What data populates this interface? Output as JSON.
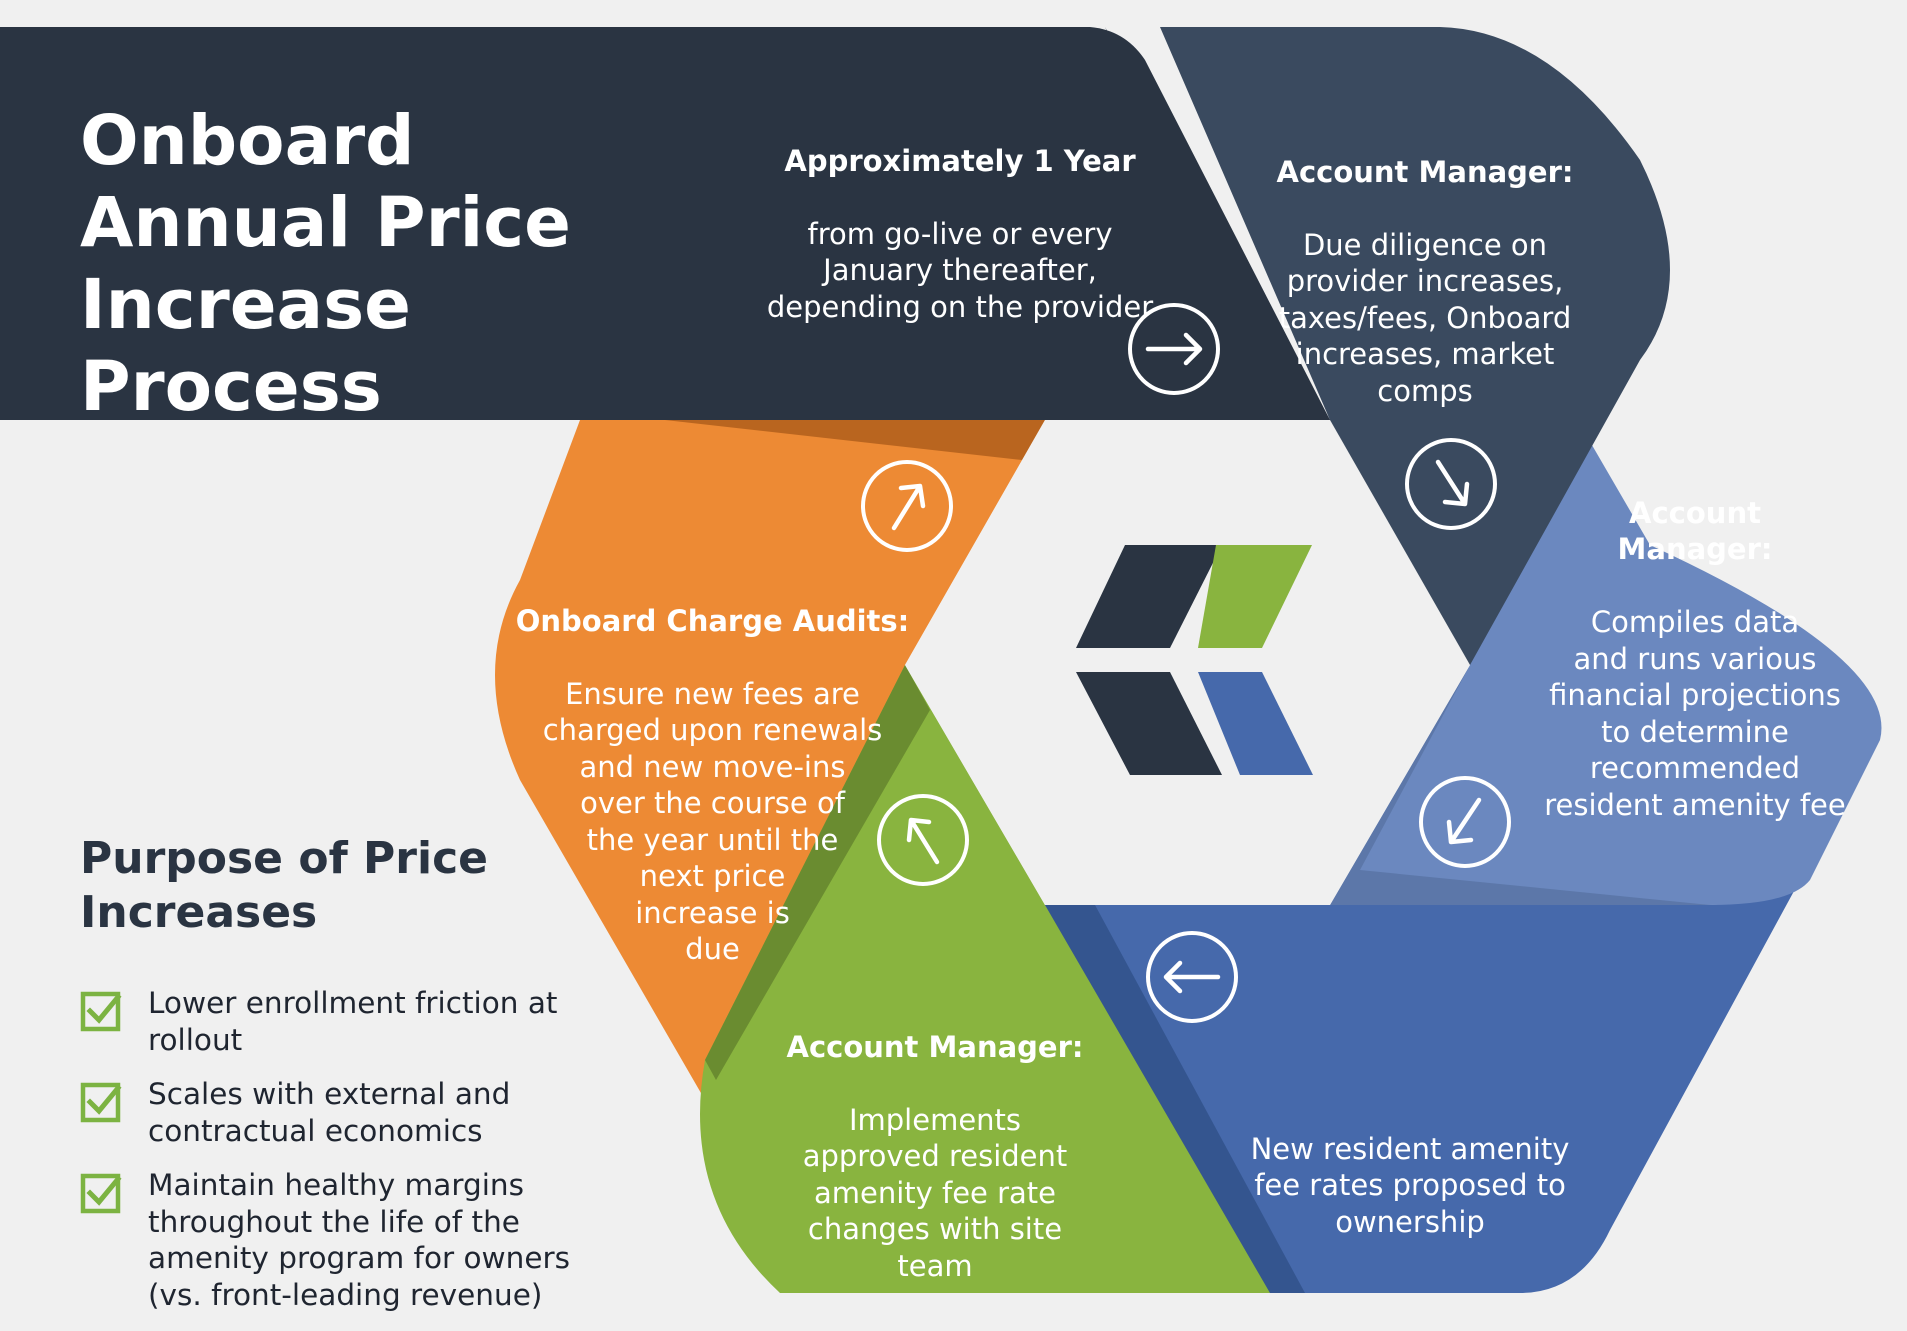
{
  "title": "Onboard Annual Price Increase Process",
  "steps": [
    {
      "heading": "Approximately 1 Year",
      "body": "from go-live or every\nJanuary thereafter,\ndepending on the provider",
      "arrow": "arrow-right-icon",
      "color": "#2a3442"
    },
    {
      "heading": "Account Manager:",
      "body": "Due diligence on\nprovider increases,\ntaxes/fees, Onboard\nincreases, market\ncomps",
      "arrow": "arrow-down-right-icon",
      "color": "#3a4a5f"
    },
    {
      "heading": "Account Manager:",
      "body": "Compiles data\nand runs various\nfinancial projections\nto determine\nrecommended\nresident amenity fee",
      "arrow": "arrow-down-left-icon",
      "color": "#6b88bf"
    },
    {
      "heading": "",
      "body": "New resident amenity\nfee rates proposed to\nownership",
      "arrow": "arrow-left-icon",
      "color": "#4669ab"
    },
    {
      "heading": "Account Manager:",
      "body": "Implements\napproved resident\namenity fee rate\nchanges with site\nteam",
      "arrow": "arrow-up-left-icon",
      "color": "#89b43f"
    },
    {
      "heading": "Onboard Charge Audits:",
      "body": "Ensure new fees are\ncharged upon renewals\nand new move-ins\nover the course of\nthe year until the\nnext price\nincrease is\ndue",
      "arrow": "arrow-up-right-icon",
      "color": "#ed8a34"
    }
  ],
  "purpose": {
    "title": "Purpose of Price Increases",
    "items": [
      "Lower enrollment friction at rollout",
      "Scales with external and contractual economics",
      "Maintain healthy margins throughout the life of the amenity program for owners (vs. front-leading revenue)"
    ]
  },
  "colors": {
    "background": "#f0f0f0",
    "navy": "#2a3442",
    "slate": "#3a4a5f",
    "light_blue": "#6b88bf",
    "blue": "#4669ab",
    "green": "#89b43f",
    "orange": "#ed8a34",
    "check": "#7cb342"
  },
  "logo": "onboard-logo"
}
